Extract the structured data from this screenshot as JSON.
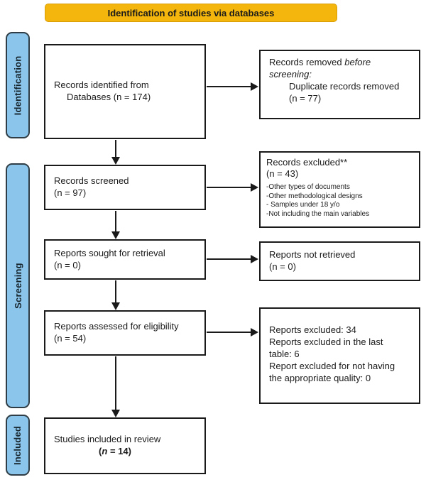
{
  "banner": {
    "label": "Identification of studies via databases"
  },
  "sidebar": {
    "items": [
      {
        "label": "Identification"
      },
      {
        "label": "Screening"
      },
      {
        "label": "Included"
      }
    ]
  },
  "flow": {
    "records_identified": {
      "line1": "Records identified from",
      "line2": "Databases (n = 174)"
    },
    "records_removed": {
      "prefix": "Records removed ",
      "italic": "before screening:",
      "line2": "Duplicate records removed",
      "line3": "(n = 77)"
    },
    "records_screened": {
      "line1": "Records screened",
      "line2": "(n = 97)"
    },
    "records_excluded": {
      "line1": "Records excluded**",
      "line2": "(n = 43)",
      "reasons": [
        "-Other types of documents",
        "-Other methodological designs",
        "- Samples under 18 y/o",
        "-Not including the main variables"
      ]
    },
    "reports_sought": {
      "line1": "Reports sought for retrieval",
      "line2": "(n = 0)"
    },
    "reports_not_retrieved": {
      "line1": "Reports not retrieved",
      "line2": "(n = 0)"
    },
    "reports_assessed": {
      "line1": "Reports assessed for eligibility",
      "line2": "(n = 54)"
    },
    "reports_excluded_detail": {
      "lines": [
        "Reports excluded: 34",
        "Reports excluded in the last",
        "table: 6",
        "Report excluded for not having",
        "the appropriate quality: 0"
      ]
    },
    "studies_included": {
      "line1": "Studies included in review",
      "count_open": "(",
      "count_n": "n",
      "count_rest": " = 14)"
    }
  },
  "colors": {
    "banner_bg": "#F4B60C",
    "sidebar_bg": "#8CC5EB",
    "sidebar_border": "#2F3E46",
    "box_border": "#1A1A1A",
    "text": "#1A1A1A"
  }
}
